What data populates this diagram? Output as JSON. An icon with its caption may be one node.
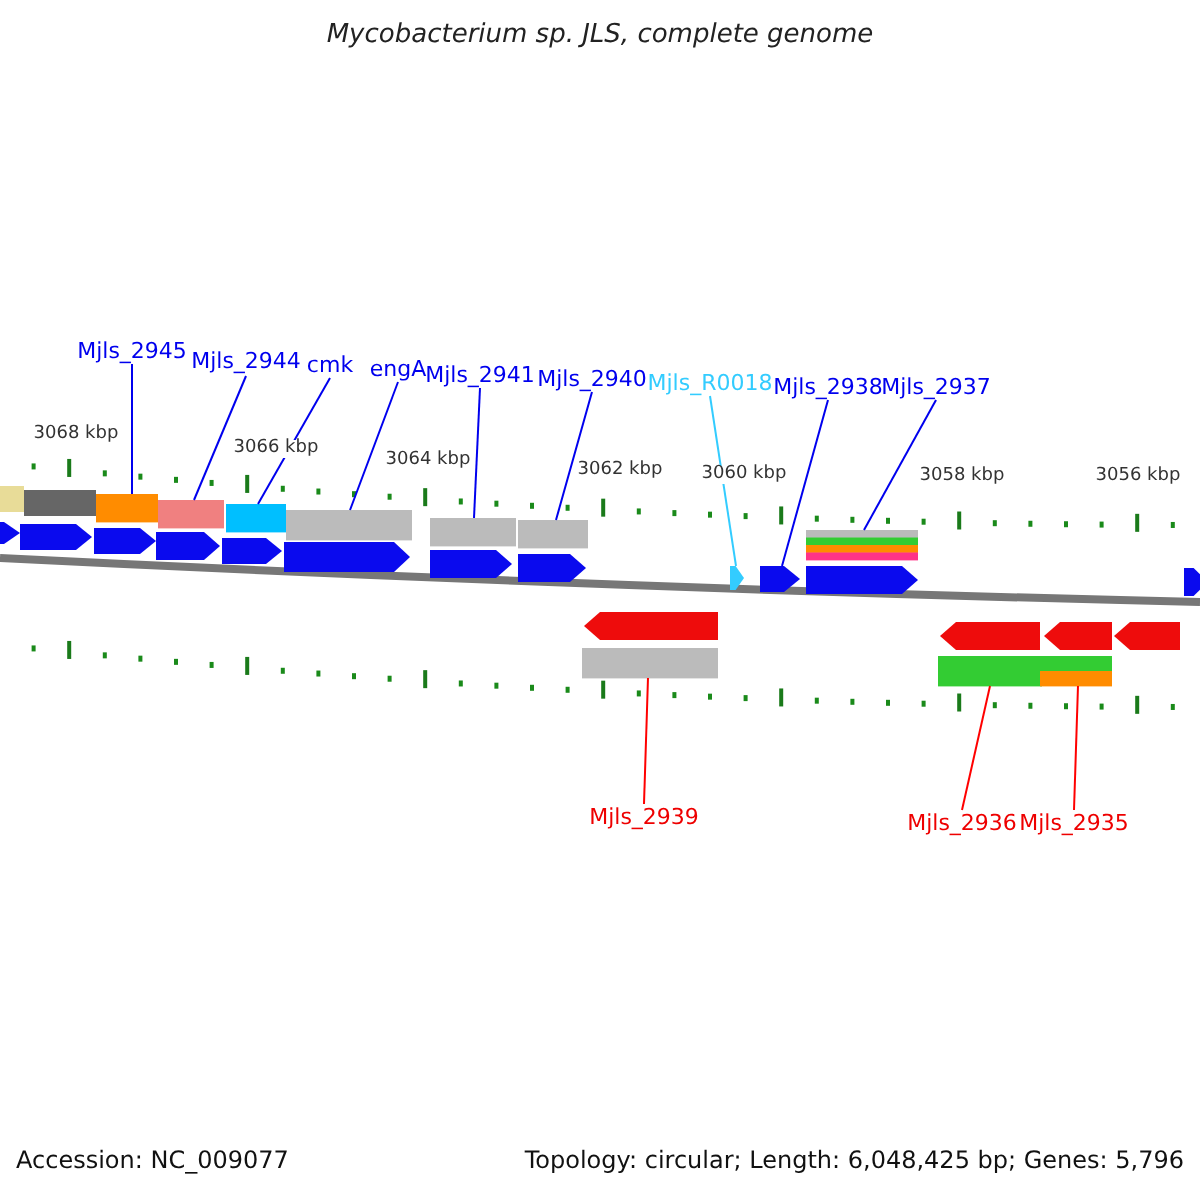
{
  "diagram": {
    "title": "Mycobacterium sp. JLS, complete genome",
    "nodes": [
      {
        "text": [
          "Mjls_2945"
        ]
      },
      {
        "text": [
          "Mjls_2944"
        ]
      },
      {
        "text": [
          "cmk"
        ]
      },
      {
        "text": [
          "engA"
        ]
      },
      {
        "text": [
          "Mjls_2941"
        ]
      },
      {
        "text": [
          "Mjls_2940"
        ]
      },
      {
        "text": [
          "Mjls_R0018"
        ]
      },
      {
        "text": [
          "Mjls_2938"
        ]
      },
      {
        "text": [
          "Mjls_2937"
        ]
      },
      {
        "text": [
          "Mjls_2939"
        ]
      },
      {
        "text": [
          "Mjls_2936"
        ]
      },
      {
        "text": [
          "Mjls_2935"
        ]
      },
      {
        "text": [],
        "shape": "bar"
      },
      {
        "text": [],
        "shape": "bar"
      },
      {
        "text": [],
        "shape": "bar"
      },
      {
        "text": [],
        "shape": "bar"
      },
      {
        "text": [],
        "shape": "bar"
      },
      {
        "text": [],
        "shape": "bar"
      },
      {
        "text": [],
        "shape": "bar"
      },
      {
        "text": [],
        "shape": "arrow"
      },
      {
        "text": [],
        "shape": "arrow"
      },
      {
        "text": [],
        "shape": "bar"
      },
      {
        "text": [],
        "shape": "bar"
      },
      {
        "text": [],
        "shape": "bar"
      }
    ],
    "edges": [
      {
        "from": 0,
        "to": 12,
        "arrow": "none"
      },
      {
        "from": 1,
        "to": 13,
        "arrow": "none"
      },
      {
        "from": 2,
        "to": 14,
        "arrow": "none"
      },
      {
        "from": 3,
        "to": 15,
        "arrow": "none"
      },
      {
        "from": 4,
        "to": 16,
        "arrow": "none"
      },
      {
        "from": 5,
        "to": 17,
        "arrow": "none"
      },
      {
        "from": 6,
        "to": 19,
        "arrow": "none",
        "color": "#33ccff"
      },
      {
        "from": 7,
        "to": 20,
        "arrow": "none"
      },
      {
        "from": 8,
        "to": 21,
        "arrow": "none"
      },
      {
        "from": 9,
        "to": 18,
        "arrow": "none",
        "color": "#ff0000"
      },
      {
        "from": 10,
        "to": 22,
        "arrow": "none",
        "color": "#ff0000"
      },
      {
        "from": 11,
        "to": 23,
        "arrow": "none",
        "color": "#ff0000"
      }
    ],
    "labels": [
      "3068 kbp",
      "3066 kbp",
      "3064 kbp",
      "3062 kbp",
      "3060 kbp",
      "3058 kbp",
      "3056 kbp",
      "Accession: NC_009077",
      "Topology: circular; Length: 6,048,425 bp; Genes: 5,796"
    ]
  }
}
